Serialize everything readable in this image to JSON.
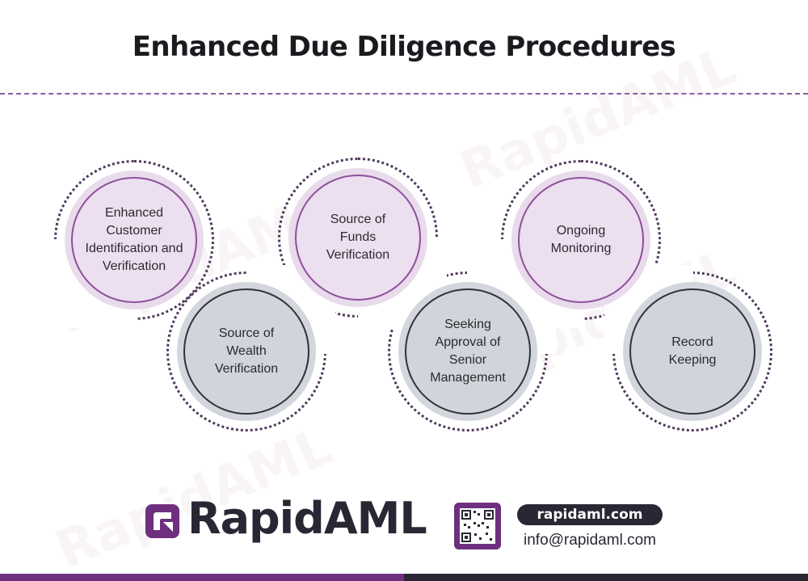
{
  "title": "Enhanced Due Diligence Procedures",
  "steps": [
    {
      "label": "Enhanced\nCustomer\nIdentification and\nVerification",
      "color": "purple"
    },
    {
      "label": "Source of\nWealth\nVerification",
      "color": "gray"
    },
    {
      "label": "Source of\nFunds\nVerification",
      "color": "purple"
    },
    {
      "label": "Seeking\nApproval of\nSenior\nManagement",
      "color": "gray"
    },
    {
      "label": "Ongoing\nMonitoring",
      "color": "purple"
    },
    {
      "label": "Record\nKeeping",
      "color": "gray"
    }
  ],
  "watermark": "RapidAML",
  "footer": {
    "brand": "RapidAML",
    "url": "rapidaml.com",
    "email": "info@rapidaml.com"
  },
  "colors": {
    "purple": "#6f2f7f",
    "dark": "#2a2633",
    "light_purple": "#ecdff0",
    "gray": "#d1d4da"
  }
}
